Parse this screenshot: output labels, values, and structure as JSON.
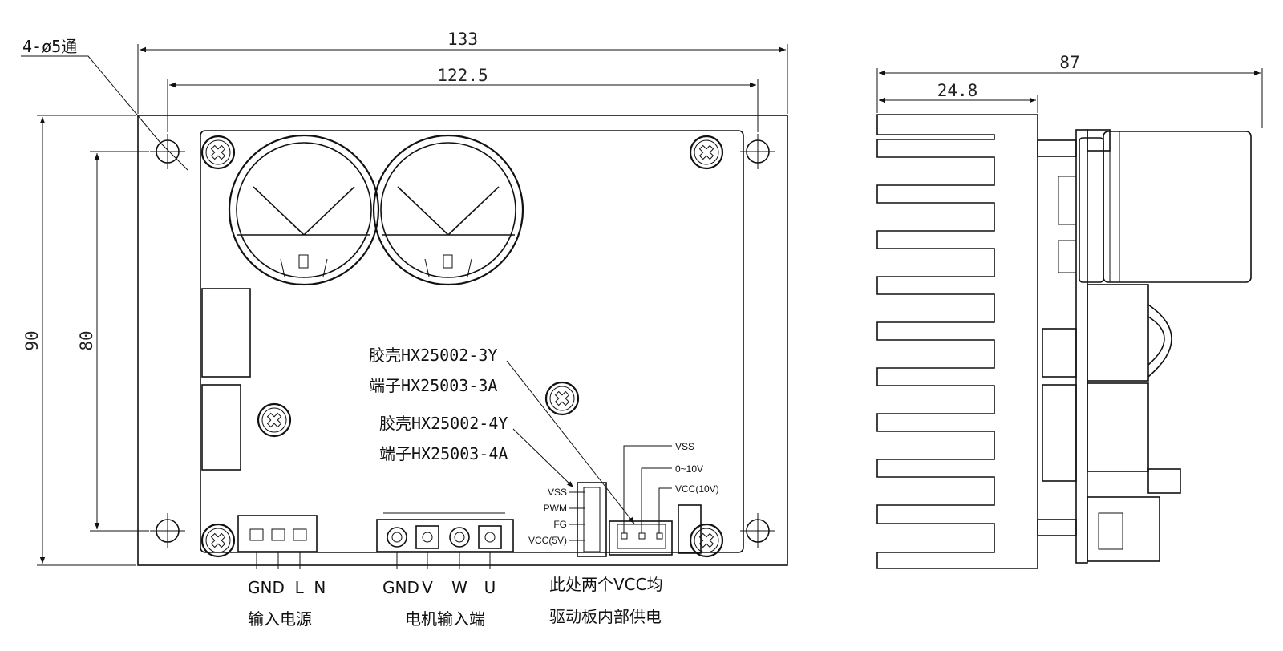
{
  "dimensions": {
    "holes": "4-ø5通",
    "width_outer": "133",
    "width_holes": "122.5",
    "height_outer": "90",
    "height_holes": "80",
    "side_depth": "87",
    "side_heatsink": "24.8"
  },
  "connector_callouts": {
    "housing_3y": "胶壳HX25002-3Y",
    "terminal_3a": "端子HX25003-3A",
    "housing_4y": "胶壳HX25002-4Y",
    "terminal_4a": "端子HX25003-4A"
  },
  "control_pins": {
    "vss": "VSS",
    "analog": "0~10V",
    "vcc10": "VCC(10V)"
  },
  "signal_pins": {
    "vss": "VSS",
    "pwm": "PWM",
    "fg": "FG",
    "vcc5": "VCC(5V)"
  },
  "power_terminal": {
    "pins": "GND  L  N",
    "caption": "输入电源"
  },
  "motor_terminal": {
    "gnd": "GND",
    "v": "V",
    "w": "W",
    "u": "U",
    "caption": "电机输入端"
  },
  "note": {
    "line1": "此处两个VCC均",
    "line2": "驱动板内部供电"
  }
}
